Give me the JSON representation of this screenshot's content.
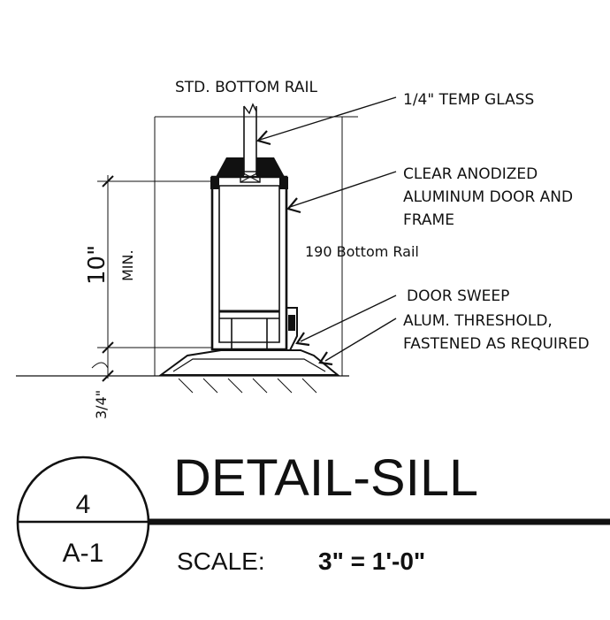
{
  "drawing": {
    "heading_label": "STD. BOTTOM RAIL",
    "callouts": {
      "glass": "1/4\" TEMP GLASS",
      "frame_line1": "CLEAR ANODIZED",
      "frame_line2": "ALUMINUM DOOR AND",
      "frame_line3": "FRAME",
      "part_number": "190 Bottom Rail",
      "sweep": "DOOR SWEEP",
      "threshold_line1": "ALUM. THRESHOLD,",
      "threshold_line2": "FASTENED AS REQUIRED"
    },
    "dimensions": {
      "rail_height": "10\"",
      "rail_height_note": "MIN.",
      "threshold_height": "3/4\""
    }
  },
  "title_block": {
    "detail_number": "4",
    "sheet_number": "A-1",
    "title": "DETAIL-SILL",
    "scale_label": "SCALE:",
    "scale_value": "3\" = 1'-0\""
  },
  "colors": {
    "ink": "#111111",
    "paper": "#ffffff"
  }
}
